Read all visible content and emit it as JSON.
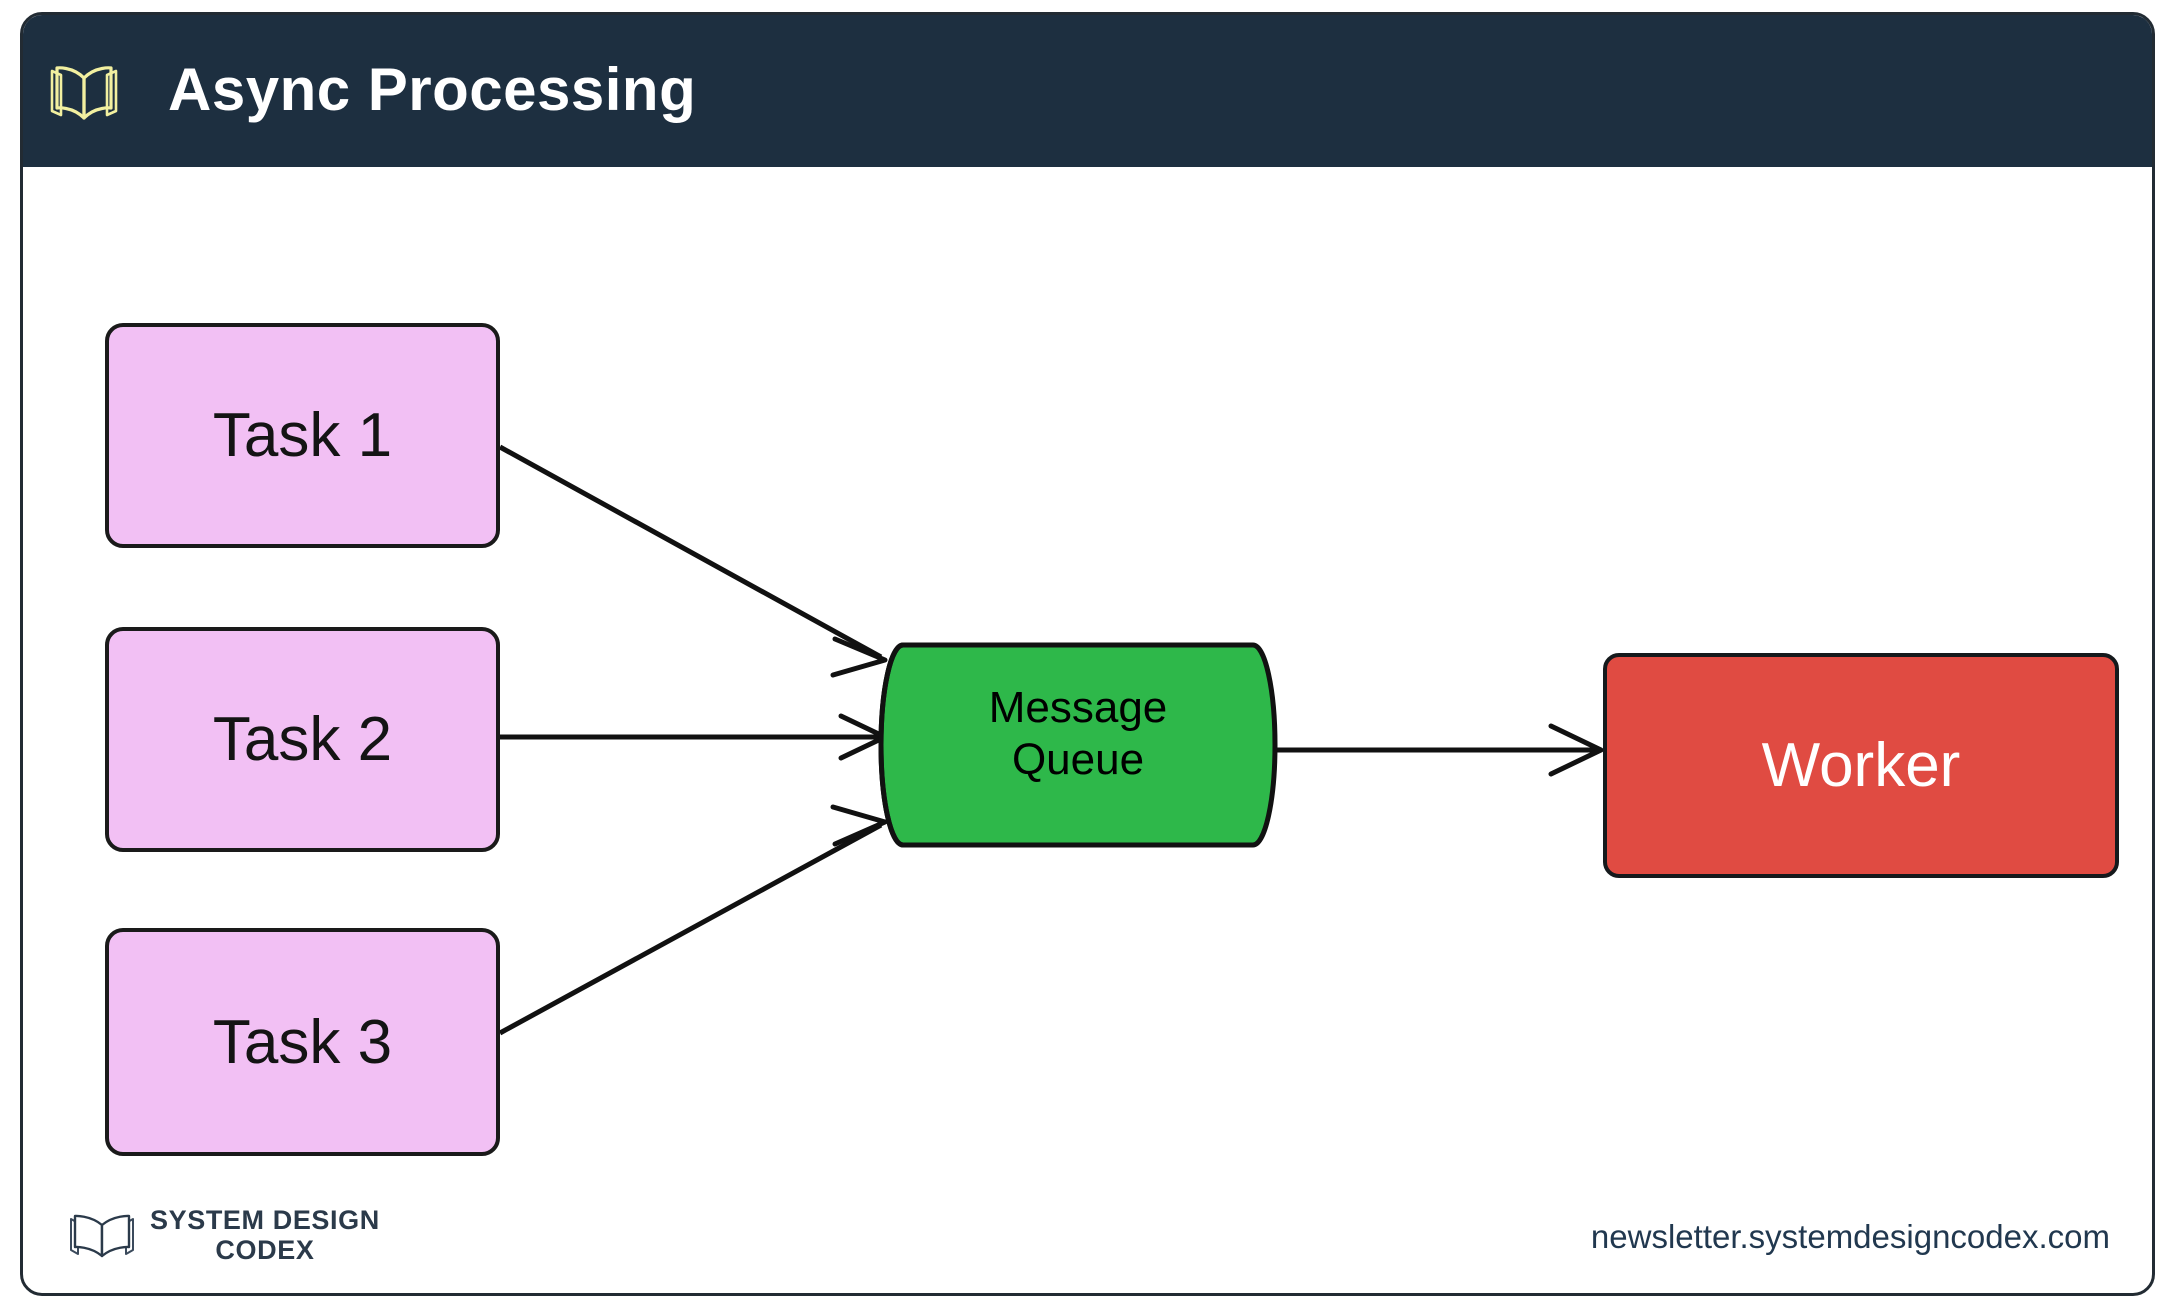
{
  "header": {
    "title": "Async Processing",
    "icon": "open-book-icon",
    "background_color": "#1d2f40",
    "title_color": "#ffffff",
    "icon_color": "#f2f0a0"
  },
  "diagram": {
    "type": "flow",
    "nodes": [
      {
        "id": "task1",
        "label": "Task 1",
        "shape": "rounded-rect",
        "fill": "#f2c0f4",
        "text_color": "#141414"
      },
      {
        "id": "task2",
        "label": "Task 2",
        "shape": "rounded-rect",
        "fill": "#f2c0f4",
        "text_color": "#141414"
      },
      {
        "id": "task3",
        "label": "Task 3",
        "shape": "rounded-rect",
        "fill": "#f2c0f4",
        "text_color": "#141414"
      },
      {
        "id": "queue",
        "label": "Message\nQueue",
        "shape": "cylinder",
        "fill": "#2eb84a",
        "text_color": "#000000"
      },
      {
        "id": "worker",
        "label": "Worker",
        "shape": "rounded-rect",
        "fill": "#e04b42",
        "text_color": "#ffffff"
      }
    ],
    "edges": [
      {
        "from": "task1",
        "to": "queue",
        "style": "solid",
        "arrowhead": "open"
      },
      {
        "from": "task2",
        "to": "queue",
        "style": "solid",
        "arrowhead": "open"
      },
      {
        "from": "task3",
        "to": "queue",
        "style": "solid",
        "arrowhead": "open"
      },
      {
        "from": "queue",
        "to": "worker",
        "style": "solid",
        "arrowhead": "open"
      }
    ]
  },
  "footer": {
    "logo_icon": "open-book-icon",
    "logo_line1": "SYSTEM DESIGN",
    "logo_line2": "CODEX",
    "url": "newsletter.systemdesigncodex.com",
    "logo_color": "#2b3a4a",
    "url_color": "#21384f"
  }
}
